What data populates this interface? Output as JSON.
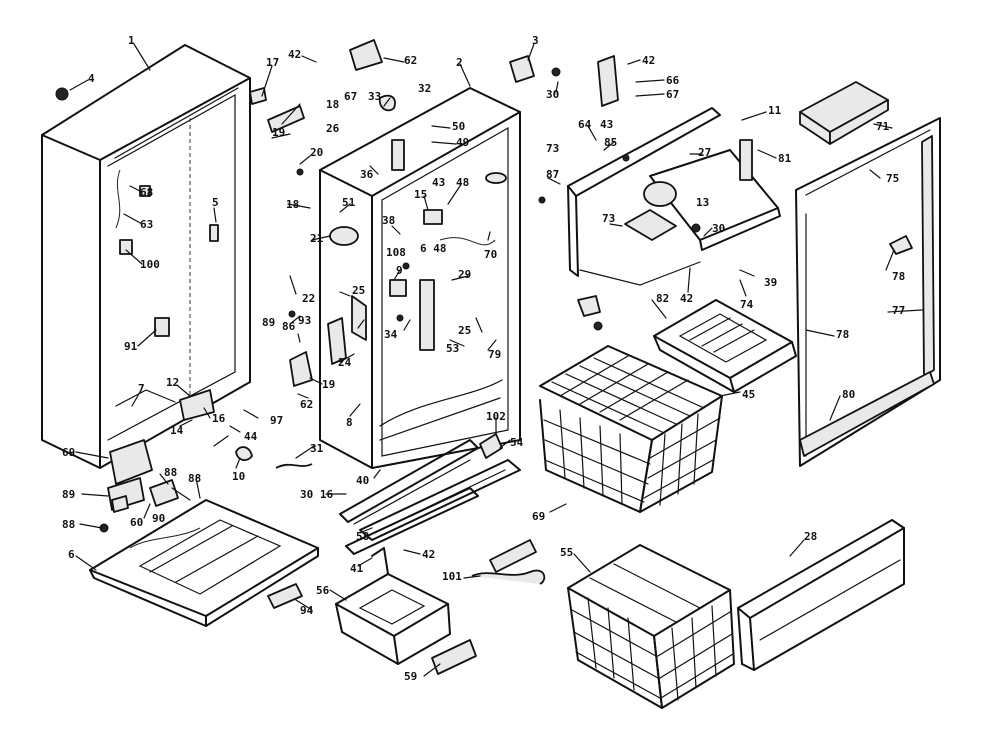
{
  "callouts": [
    {
      "id": "c4a",
      "text": "4"
    },
    {
      "id": "c1",
      "text": "1"
    },
    {
      "id": "c17",
      "text": "17"
    },
    {
      "id": "c42a",
      "text": "42"
    },
    {
      "id": "c62a",
      "text": "62"
    },
    {
      "id": "c2",
      "text": "2"
    },
    {
      "id": "c3",
      "text": "3"
    },
    {
      "id": "c30a",
      "text": "30"
    },
    {
      "id": "c43a",
      "text": "43"
    },
    {
      "id": "c42b",
      "text": "42"
    },
    {
      "id": "c66",
      "text": "66"
    },
    {
      "id": "c67a",
      "text": "67"
    },
    {
      "id": "c11",
      "text": "11"
    },
    {
      "id": "c81",
      "text": "81"
    },
    {
      "id": "c71",
      "text": "71"
    },
    {
      "id": "c73a",
      "text": "73"
    },
    {
      "id": "c18a",
      "text": "18"
    },
    {
      "id": "c67b",
      "text": "67"
    },
    {
      "id": "c33",
      "text": "33"
    },
    {
      "id": "c32",
      "text": "32"
    },
    {
      "id": "c19a",
      "text": "19"
    },
    {
      "id": "c26",
      "text": "26"
    },
    {
      "id": "c50",
      "text": "50"
    },
    {
      "id": "c49",
      "text": "49"
    },
    {
      "id": "c20",
      "text": "20"
    },
    {
      "id": "c36",
      "text": "36"
    },
    {
      "id": "c64",
      "text": "64"
    },
    {
      "id": "c85",
      "text": "85"
    },
    {
      "id": "c27",
      "text": "27"
    },
    {
      "id": "c87",
      "text": "87"
    },
    {
      "id": "c68",
      "text": "68"
    },
    {
      "id": "c63",
      "text": "63"
    },
    {
      "id": "c5",
      "text": "5"
    },
    {
      "id": "c100",
      "text": "100"
    },
    {
      "id": "c91",
      "text": "91"
    },
    {
      "id": "c18b",
      "text": "18"
    },
    {
      "id": "c51",
      "text": "51"
    },
    {
      "id": "c15",
      "text": "15"
    },
    {
      "id": "c43b",
      "text": "43"
    },
    {
      "id": "c48",
      "text": "48"
    },
    {
      "id": "c38",
      "text": "38"
    },
    {
      "id": "c21",
      "text": "21"
    },
    {
      "id": "c108",
      "text": "108"
    },
    {
      "id": "c648",
      "text": "6 48"
    },
    {
      "id": "c70",
      "text": "70"
    },
    {
      "id": "c13",
      "text": "13"
    },
    {
      "id": "c30b",
      "text": "30"
    },
    {
      "id": "c73b",
      "text": "73"
    },
    {
      "id": "c75",
      "text": "75"
    },
    {
      "id": "c78a",
      "text": "78"
    },
    {
      "id": "c22",
      "text": "22"
    },
    {
      "id": "c25a",
      "text": "25"
    },
    {
      "id": "c29",
      "text": "29"
    },
    {
      "id": "c9",
      "text": "9"
    },
    {
      "id": "c39",
      "text": "39"
    },
    {
      "id": "c42c",
      "text": "42"
    },
    {
      "id": "c74",
      "text": "74"
    },
    {
      "id": "c82",
      "text": "82"
    },
    {
      "id": "c93",
      "text": "93"
    },
    {
      "id": "c86",
      "text": "86"
    },
    {
      "id": "c89a",
      "text": "89"
    },
    {
      "id": "c25b",
      "text": "25"
    },
    {
      "id": "c34",
      "text": "34"
    },
    {
      "id": "c53",
      "text": "53"
    },
    {
      "id": "c79",
      "text": "79"
    },
    {
      "id": "c77",
      "text": "77"
    },
    {
      "id": "c78b",
      "text": "78"
    },
    {
      "id": "c24",
      "text": "24"
    },
    {
      "id": "c19b",
      "text": "19"
    },
    {
      "id": "c97",
      "text": "97"
    },
    {
      "id": "c62b",
      "text": "62"
    },
    {
      "id": "c7",
      "text": "7"
    },
    {
      "id": "c12",
      "text": "12"
    },
    {
      "id": "c14",
      "text": "14"
    },
    {
      "id": "c16",
      "text": "16"
    },
    {
      "id": "c44",
      "text": "44"
    },
    {
      "id": "c10",
      "text": "10"
    },
    {
      "id": "c8",
      "text": "8"
    },
    {
      "id": "c45",
      "text": "45"
    },
    {
      "id": "c80",
      "text": "80"
    },
    {
      "id": "c102",
      "text": "102"
    },
    {
      "id": "c54",
      "text": "54"
    },
    {
      "id": "c69a",
      "text": "69"
    },
    {
      "id": "c40",
      "text": "40"
    },
    {
      "id": "c31",
      "text": "31"
    },
    {
      "id": "c69b",
      "text": "69"
    },
    {
      "id": "c88a",
      "text": "88"
    },
    {
      "id": "c88b",
      "text": "88"
    },
    {
      "id": "c89b",
      "text": "89"
    },
    {
      "id": "c60",
      "text": "60"
    },
    {
      "id": "c88c",
      "text": "88"
    },
    {
      "id": "c3016",
      "text": "30 16"
    },
    {
      "id": "c90",
      "text": "90"
    },
    {
      "id": "c58",
      "text": "58"
    },
    {
      "id": "c42d",
      "text": "42"
    },
    {
      "id": "c6",
      "text": "6"
    },
    {
      "id": "c41",
      "text": "41"
    },
    {
      "id": "c56",
      "text": "56"
    },
    {
      "id": "c101",
      "text": "101"
    },
    {
      "id": "c55",
      "text": "55"
    },
    {
      "id": "c28",
      "text": "28"
    },
    {
      "id": "c94",
      "text": "94"
    },
    {
      "id": "c59",
      "text": "59"
    },
    {
      "id": "c4b",
      "text": "4"
    }
  ]
}
